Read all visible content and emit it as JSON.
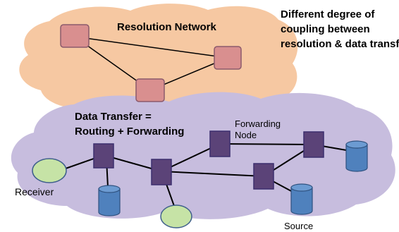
{
  "note": {
    "line1": "Different degree of",
    "line2": "coupling between",
    "line3": "resolution & data transfer"
  },
  "resolution_network": {
    "title": "Resolution Network",
    "cloud_color": "#F6C8A2",
    "node_color": "#D98F8F",
    "node_border": "#8B5A6C"
  },
  "data_transfer": {
    "line1": "Data Transfer =",
    "line2": "Routing + Forwarding",
    "cloud_color": "#C7BDDE",
    "router_color": "#5B4378",
    "router_border": "#3C2E6E"
  },
  "labels": {
    "forwarding_node_line1": "Forwarding",
    "forwarding_node_line2": "Node",
    "receiver": "Receiver",
    "source": "Source"
  },
  "endpoint_color": "#C6E3A6",
  "storage_color": "#4F81BD"
}
